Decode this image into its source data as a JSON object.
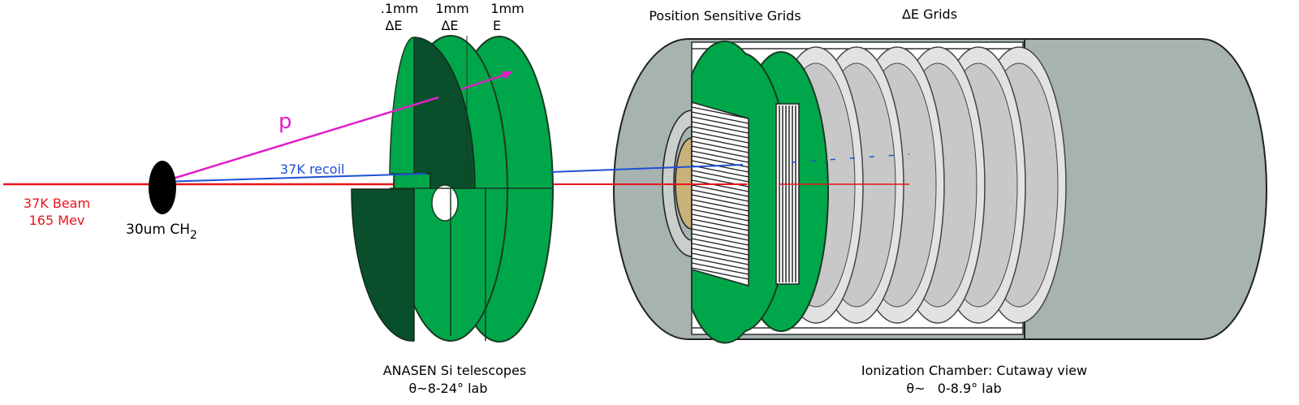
{
  "beam": {
    "line1": "37K  Beam",
    "line2": "165 Mev",
    "color": "#e8141c"
  },
  "target": {
    "label": "30um CH",
    "subscript": "2"
  },
  "proton": {
    "label": "p",
    "color": "#e020c8"
  },
  "recoil": {
    "label": "37K recoil",
    "color": "#1f4fd8"
  },
  "telescope": {
    "layers": [
      {
        "thickness": ".1mm",
        "type": "ΔE"
      },
      {
        "thickness": "1mm",
        "type": "ΔE"
      },
      {
        "thickness": "1mm",
        "type": "E"
      }
    ],
    "caption": "ANASEN Si telescopes",
    "angle": "θ~8-24° lab",
    "colors": {
      "light": "#00a64a",
      "dark": "#0a4f2c"
    }
  },
  "chamber": {
    "grid_label_position": "Position Sensitive Grids",
    "grid_label_de": "ΔE Grids",
    "caption": "Ionization Chamber: Cutaway view",
    "angle": "θ~   0-8.9° lab",
    "colors": {
      "shell": "#a6b3b0",
      "ring": "#d8d8d8",
      "window": "#c8b27a"
    }
  }
}
